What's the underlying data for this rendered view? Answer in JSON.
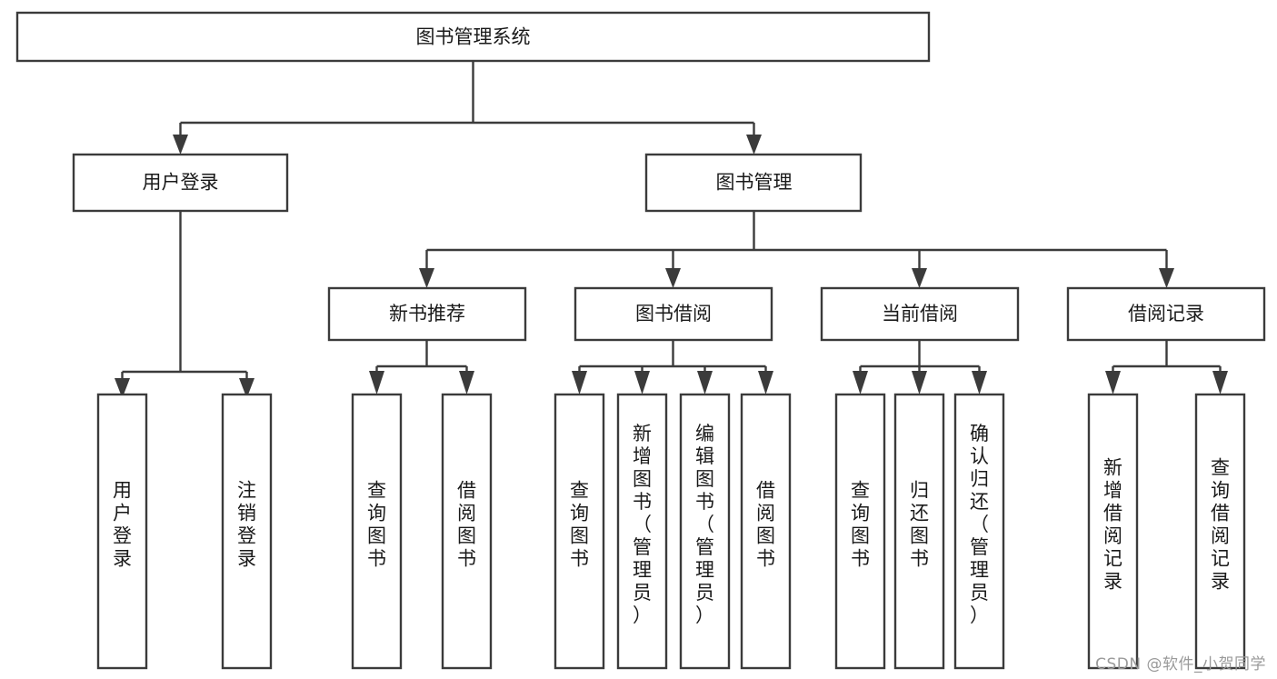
{
  "diagram": {
    "type": "tree",
    "title": "图书管理系统",
    "orientation": "top-down",
    "colors": {
      "box_stroke": "#3b3b3b",
      "box_fill": "#ffffff",
      "text": "#1a1a1a",
      "connector": "#3b3b3b",
      "watermark": "#9a9a9a"
    },
    "root": {
      "label": "图书管理系统"
    },
    "level2": [
      {
        "label": "用户登录"
      },
      {
        "label": "图书管理"
      }
    ],
    "level3": [
      {
        "label": "新书推荐"
      },
      {
        "label": "图书借阅"
      },
      {
        "label": "当前借阅"
      },
      {
        "label": "借阅记录"
      }
    ],
    "leaves": {
      "user_login": [
        {
          "label": "用户登录"
        },
        {
          "label": "注销登录"
        }
      ],
      "new_book_recommend": [
        {
          "label": "查询图书"
        },
        {
          "label": "借阅图书"
        }
      ],
      "book_borrow": [
        {
          "label": "查询图书"
        },
        {
          "label": "新增图书（管理员）"
        },
        {
          "label": "编辑图书（管理员）"
        },
        {
          "label": "借阅图书"
        }
      ],
      "current_borrow": [
        {
          "label": "查询图书"
        },
        {
          "label": "归还图书"
        },
        {
          "label": "确认归还（管理员）"
        }
      ],
      "borrow_record": [
        {
          "label": "新增借阅记录"
        },
        {
          "label": "查询借阅记录"
        }
      ]
    }
  },
  "watermark": {
    "text": "CSDN @软件_小贺同学"
  }
}
